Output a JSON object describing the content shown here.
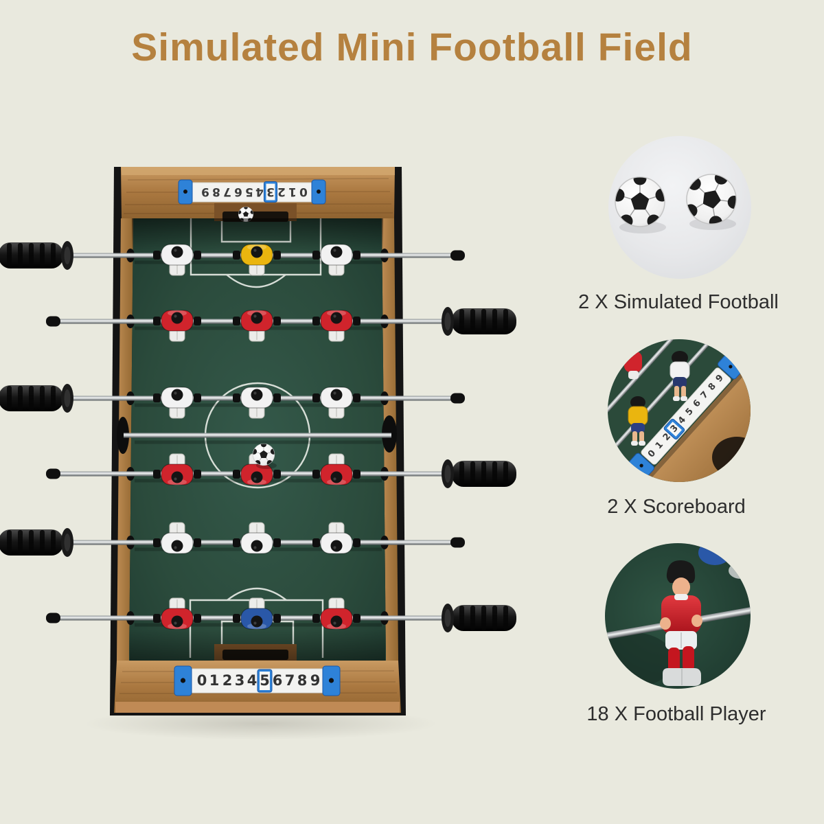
{
  "title": {
    "text": "Simulated Mini Football Field"
  },
  "table": {
    "scoreboard_top": {
      "digits": [
        "0",
        "1",
        "2",
        "3",
        "4",
        "5",
        "6",
        "7",
        "8",
        "9"
      ],
      "highlighted_value": "3"
    },
    "scoreboard_bottom": {
      "digits": [
        "0",
        "1",
        "2",
        "3",
        "4",
        "5",
        "6",
        "7",
        "8",
        "9"
      ],
      "highlighted_value": "5"
    }
  },
  "features": [
    {
      "label": "2 X Simulated Football"
    },
    {
      "label": "2 X Scoreboard"
    },
    {
      "label": "18 X Football Player"
    }
  ],
  "colors": {
    "title-brown": "#b5813f",
    "label-dark": "#2d2d2d",
    "wood": "#ab7a42",
    "frame-black": "#151515",
    "field-green": "#2b4b3c",
    "line-white": "#e6eae4",
    "scoreboard-blue": "#2e82d8",
    "team-red": "#d0242c",
    "team-white": "#f2f2f2",
    "goalie-yellow": "#eab50f",
    "goalie-blue": "#2a58a8",
    "rod-silver": "#c7cacc",
    "handle-black": "#1b1b1b",
    "skin-tone": "#eab48e"
  }
}
